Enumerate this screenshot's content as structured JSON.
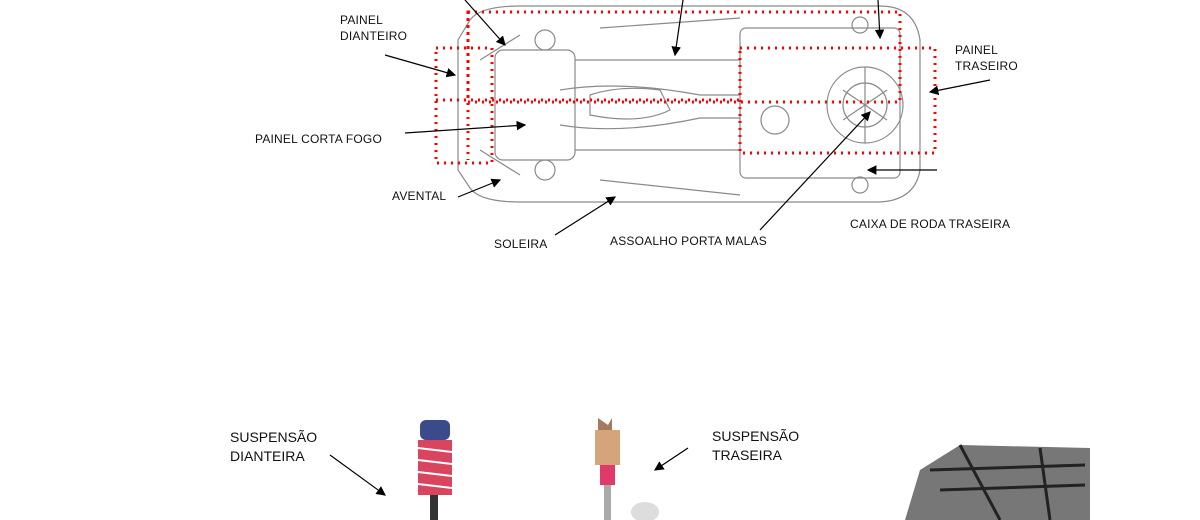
{
  "diagram": {
    "labels": {
      "painel_dianteiro": [
        "PAINEL",
        "DIANTEIRO"
      ],
      "painel_traseiro": [
        "PAINEL",
        "TRASEIRO"
      ],
      "painel_corta_fogo": "PAINEL CORTA FOGO",
      "avental": "AVENTAL",
      "soleira": "SOLEIRA",
      "assoalho_porta_malas": "ASSOALHO PORTA MALAS",
      "caixa_de_roda_traseira": "CAIXA DE RODA TRASEIRA",
      "suspensao_dianteira": [
        "SUSPENSÃO",
        "DIANTEIRA"
      ],
      "suspensao_traseira": [
        "SUSPENSÃO",
        "TRASEIRA"
      ]
    },
    "colors": {
      "highlight": "#ff0000",
      "line": "#8a8a8a",
      "text": "#111111"
    }
  }
}
